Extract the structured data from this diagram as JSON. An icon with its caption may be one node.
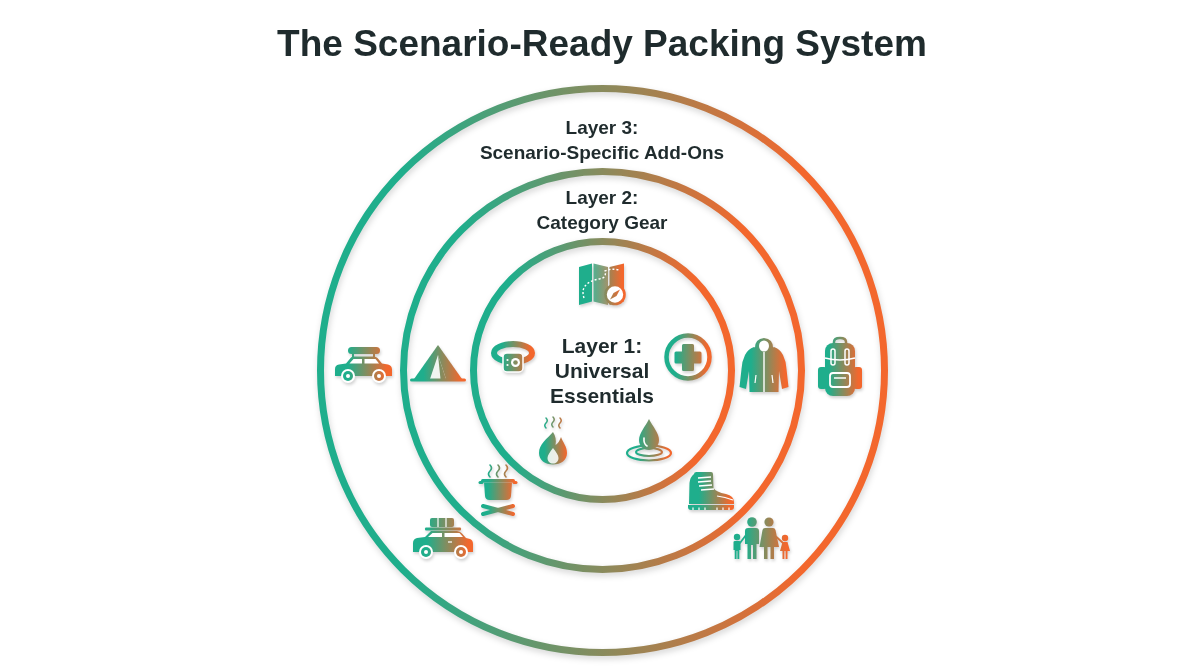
{
  "diagram": {
    "title": "The Scenario-Ready Packing System",
    "nodes": [
      {
        "text": [
          "Layer 3:",
          "Scenario-Specific Add-Ons"
        ]
      },
      {
        "text": [
          "Layer 2:",
          "Category Gear"
        ],
        "in": 0
      },
      {
        "text": [
          "Layer 1:",
          "Universal Essentials"
        ],
        "in": 1
      }
    ]
  }
}
